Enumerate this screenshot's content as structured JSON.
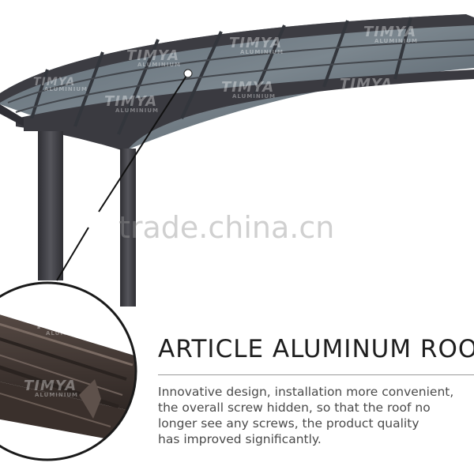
{
  "product": {
    "heading": "ARTICLE ALUMINUM ROOF",
    "description_lines": [
      "Innovative design, installation more convenient,",
      "the overall screw hidden, so that the roof no",
      "longer see any screws, the product quality",
      "has improved significantly."
    ]
  },
  "watermarks": {
    "site": "trade.china.cn",
    "brand": "TIMYA",
    "brand_sub": "ALUMINIUM"
  },
  "colors": {
    "frame": "#3f3f44",
    "roof_glass": "#4a5560",
    "profile": "#4a3f3a",
    "text": "#1e1e1e"
  }
}
